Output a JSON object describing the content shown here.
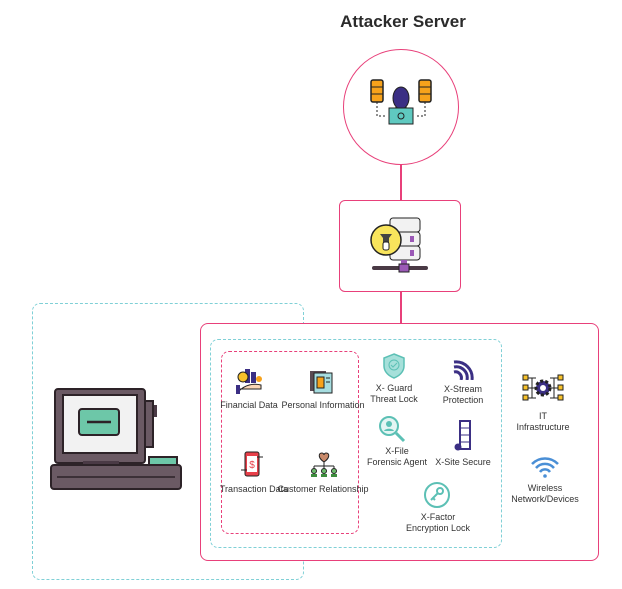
{
  "title": "Attacker Server",
  "nodes": {
    "attacker_server": {
      "icon": "hacker-servers-icon"
    },
    "malware_server": {
      "icon": "bomb-server-icon"
    },
    "endpoint": {
      "icon": "computer-terminal-icon"
    }
  },
  "sensitive_data": [
    {
      "label": "Financial Data",
      "icon": "money-hand-icon"
    },
    {
      "label": "Personal Information",
      "icon": "id-card-icon"
    },
    {
      "label": "Transaction Data",
      "icon": "phone-dollar-icon"
    },
    {
      "label": "Customer Relationship",
      "icon": "people-network-icon"
    }
  ],
  "protections": [
    {
      "label1": "X- Guard",
      "label2": "Threat Lock",
      "icon": "shield-check-icon"
    },
    {
      "label1": "X-Stream",
      "label2": "Protection",
      "icon": "signal-icon"
    },
    {
      "label1": "X-File",
      "label2": "Forensic Agent",
      "icon": "magnifier-icon"
    },
    {
      "label1": "X-Site Secure",
      "label2": "",
      "icon": "server-lock-icon"
    },
    {
      "label1": "X-Factor",
      "label2": "Encryption Lock",
      "icon": "key-icon"
    }
  ],
  "infrastructure": [
    {
      "label1": "IT",
      "label2": "Infrastructure",
      "icon": "gear-network-icon"
    },
    {
      "label1": "Wireless",
      "label2": "Network/Devices",
      "icon": "wifi-icon"
    }
  ],
  "colors": {
    "pink": "#e8407a",
    "cyan": "#7fd0d6",
    "teal": "#5cc0b5",
    "purple": "#3b2f84"
  }
}
